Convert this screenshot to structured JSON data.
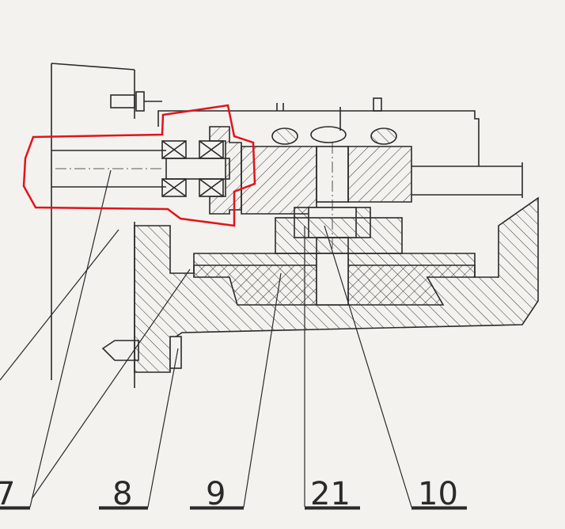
{
  "drawing": {
    "type": "mechanical cross-section",
    "highlight_color": "#e0141c",
    "line_color": "#2a2a2a",
    "paper_color": "#f3f2ee"
  },
  "labels": [
    {
      "id": "7",
      "text": "7"
    },
    {
      "id": "8",
      "text": "8"
    },
    {
      "id": "9",
      "text": "9"
    },
    {
      "id": "21",
      "text": "21"
    },
    {
      "id": "10",
      "text": "10"
    }
  ]
}
